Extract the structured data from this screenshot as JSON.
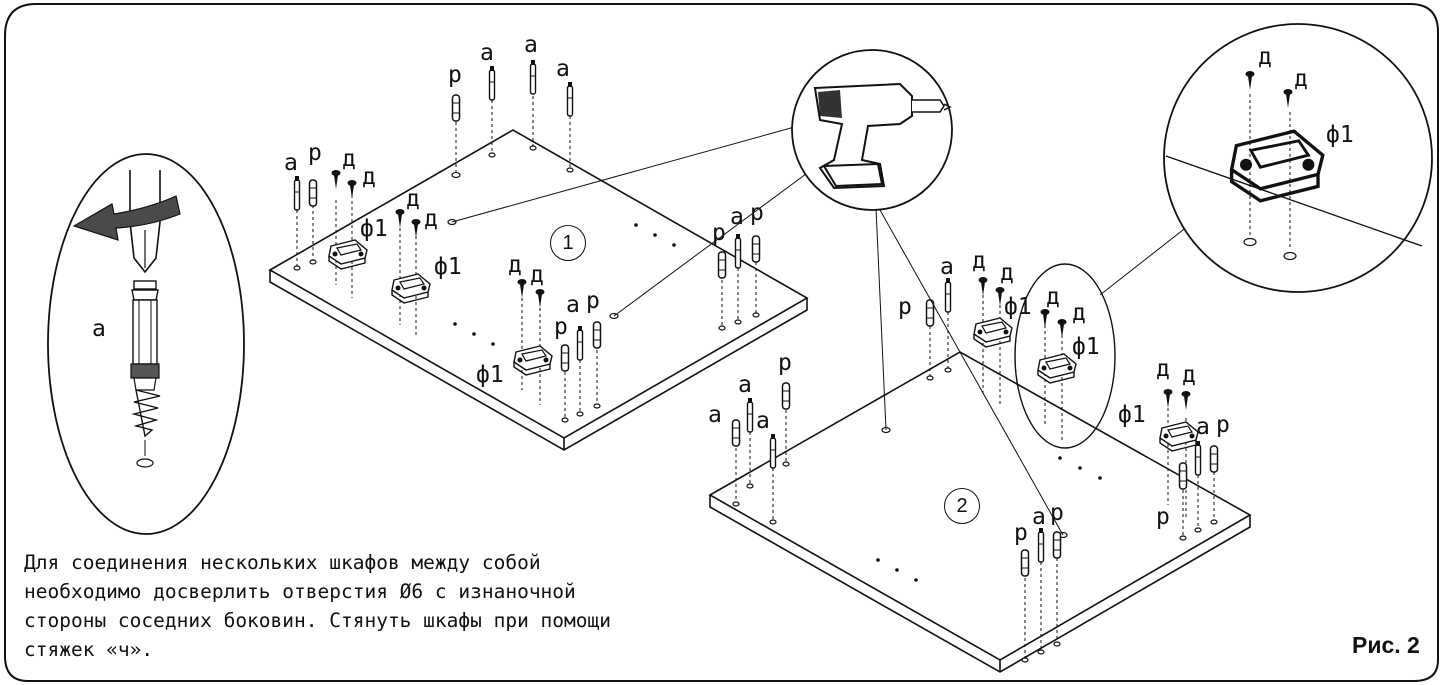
{
  "panels": [
    {
      "number": "1"
    },
    {
      "number": "2"
    }
  ],
  "part_labels": {
    "a": "а",
    "p": "р",
    "d": "д",
    "f1": "ф1"
  },
  "instructions": [
    "Для соединения нескольких шкафов между собой",
    "необходимо досверлить отверстия Ø6 с изнаночной",
    "стороны соседних боковин. Стянуть шкафы при помощи",
    "стяжек «ч»."
  ],
  "figure_label": "Рис. 2"
}
